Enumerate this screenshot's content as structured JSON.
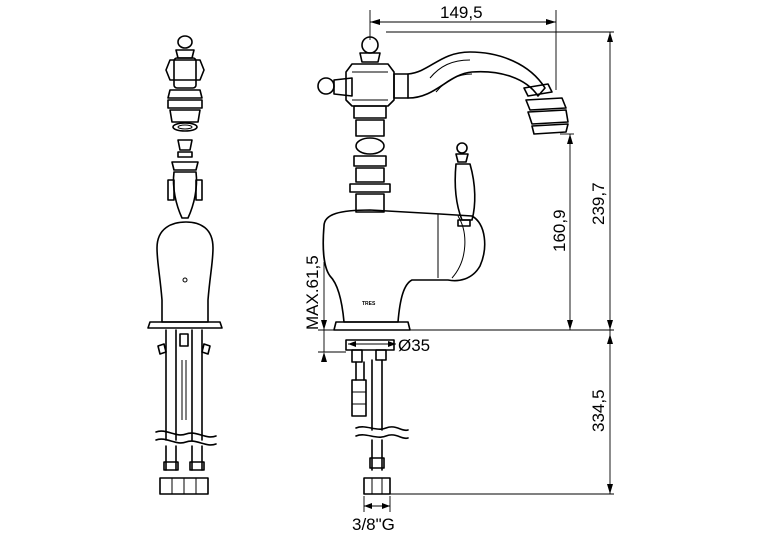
{
  "dimensions": {
    "spout_reach": "149,5",
    "total_height": "239,7",
    "spout_height": "160,9",
    "max_deck": "MAX.61,5",
    "hole_diameter": "Ø35",
    "hose_length": "334,5",
    "connection": "3/8\"G"
  },
  "logo_text": "TRES"
}
